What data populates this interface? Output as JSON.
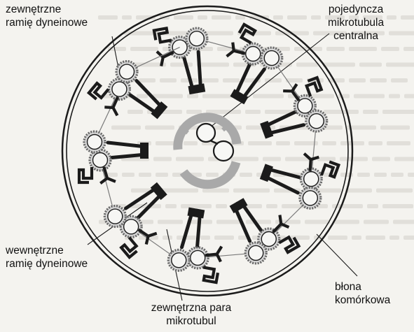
{
  "labels": {
    "outer_dynein_arm": [
      "zewnętrzne",
      "ramię dyneinowe"
    ],
    "central_microtubule": [
      "pojedyncza",
      "mikrotubula",
      "centralna"
    ],
    "inner_dynein_arm": [
      "wewnętrzne",
      "ramię dyneinowe"
    ],
    "outer_doublet": [
      "zewnętrzna para",
      "mikrotubul"
    ],
    "cell_membrane": [
      "błona",
      "komórkowa"
    ]
  },
  "structure": {
    "outer_doublet_count": 9,
    "central_microtubule_count": 2
  },
  "colors": {
    "ink": "#1b1b1b",
    "tubule_fill": "#d6d6d6",
    "sheath": "#a9a9a9",
    "paper": "#f4f3ef",
    "bleed_text": "#c9c8c2"
  }
}
